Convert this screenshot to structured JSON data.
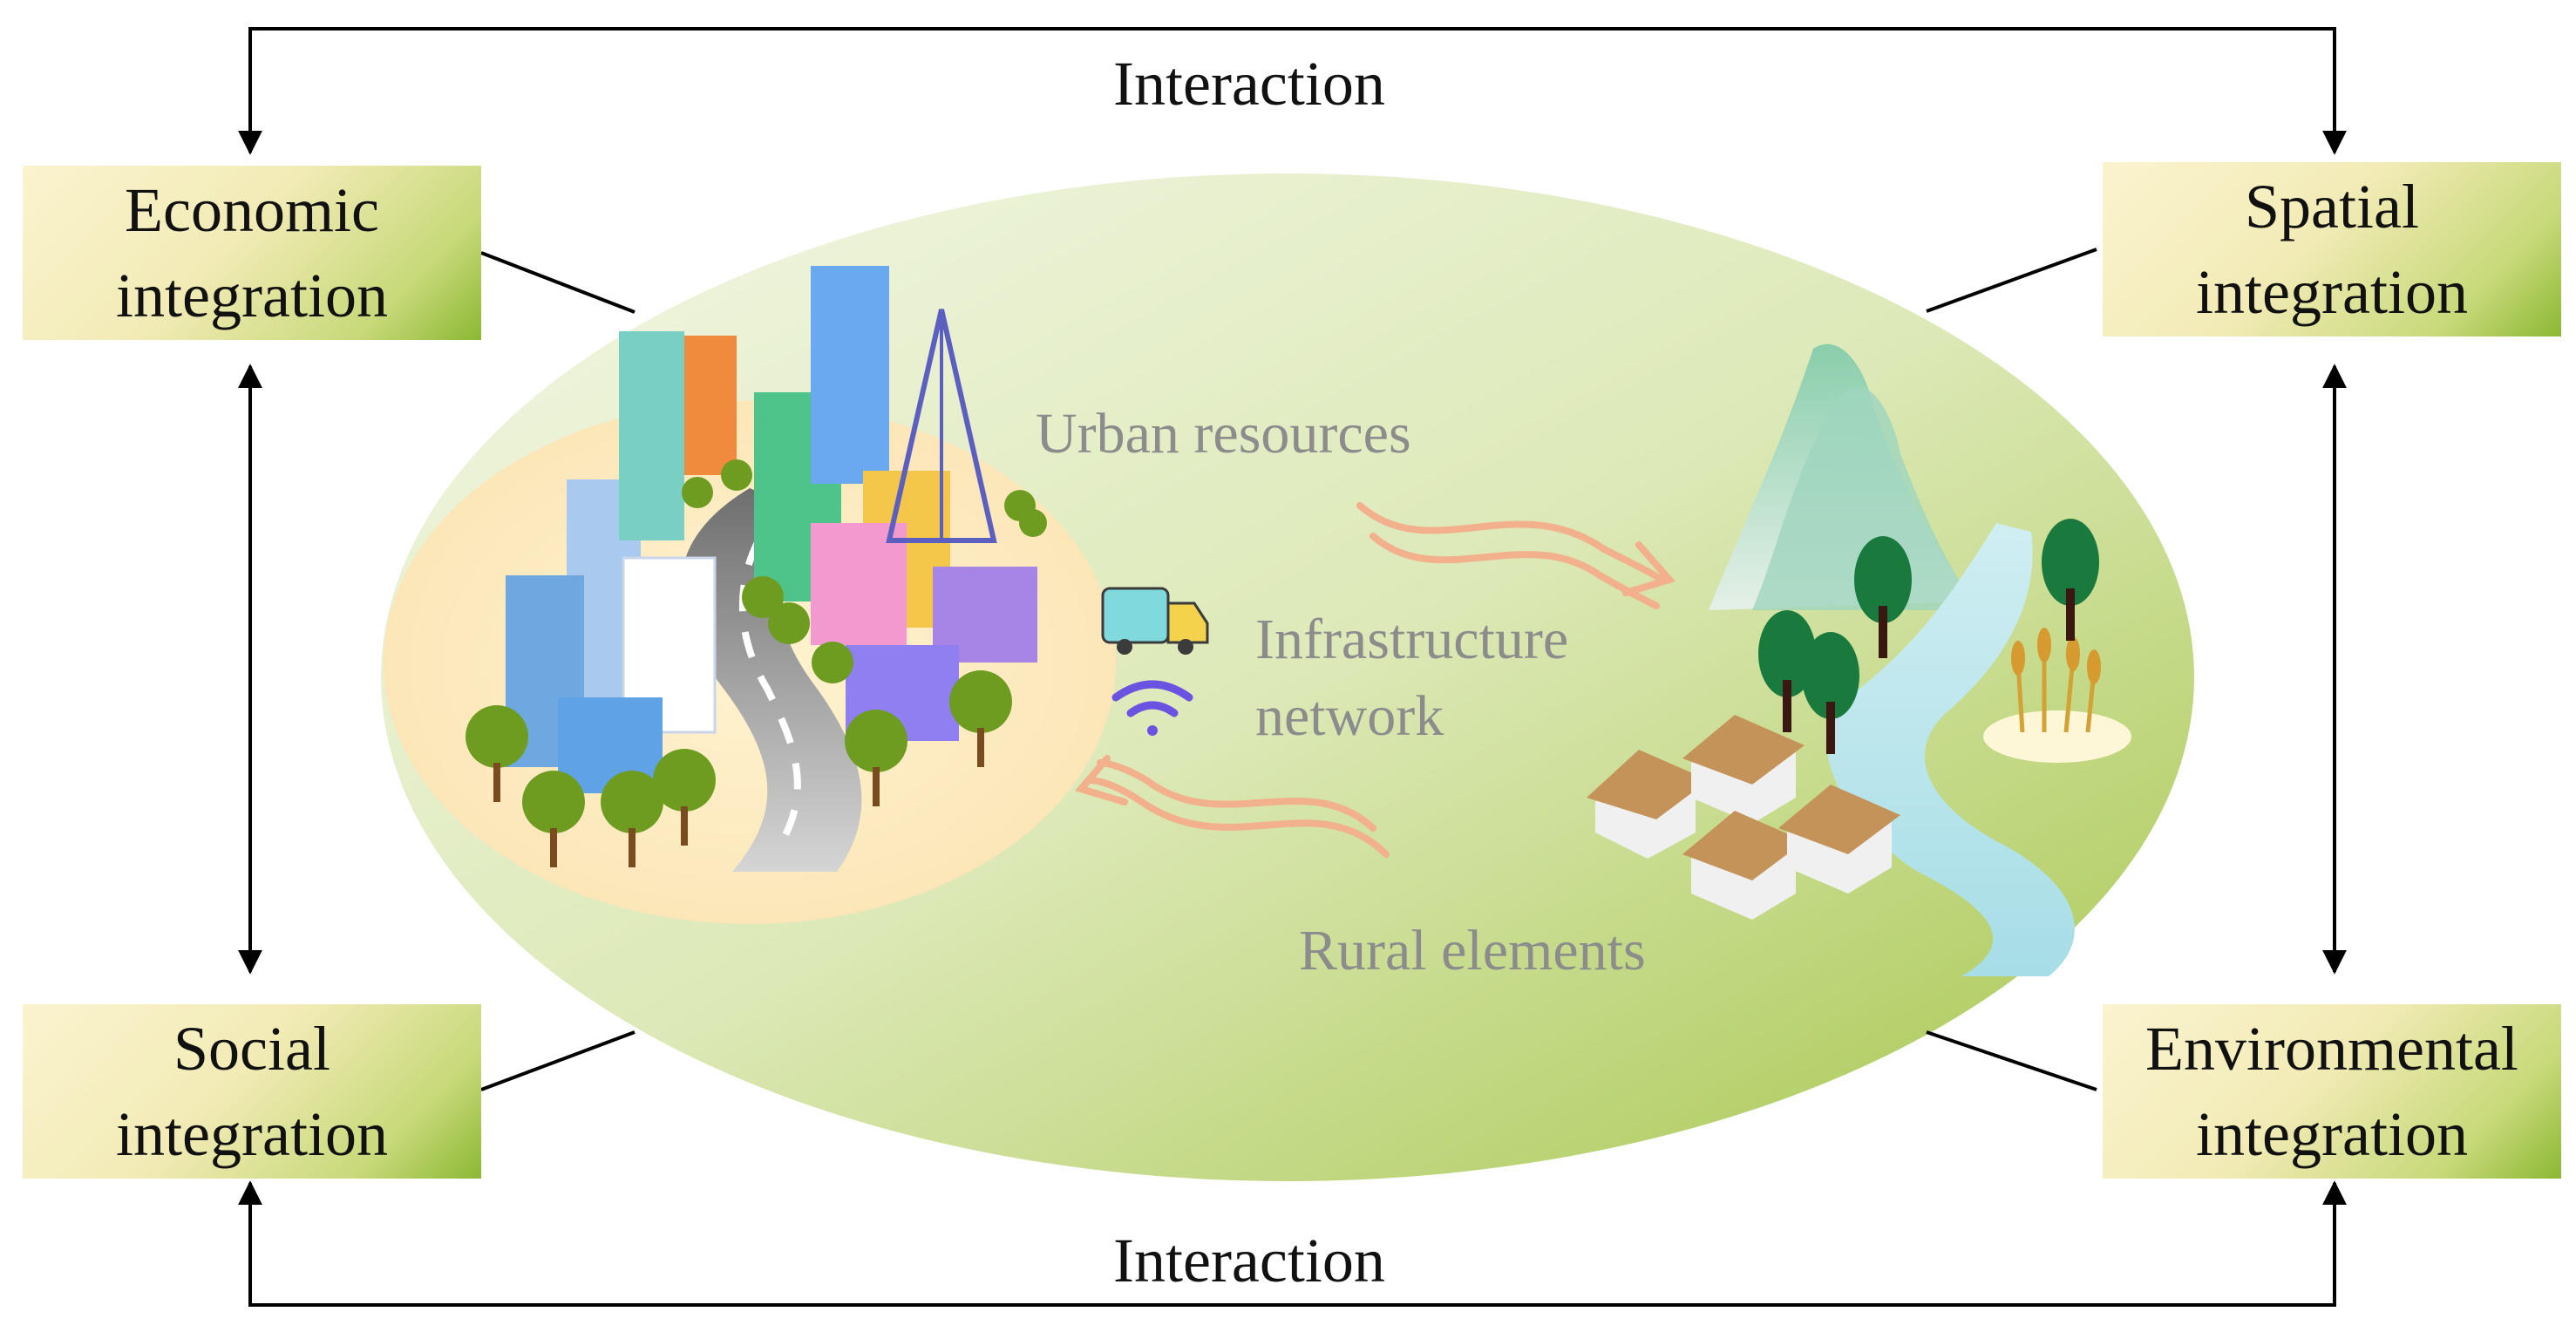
{
  "diagram": {
    "interaction_top": "Interaction",
    "interaction_bottom": "Interaction",
    "boxes": {
      "economic": [
        "Economic",
        "integration"
      ],
      "spatial": [
        "Spatial",
        "integration"
      ],
      "social": [
        "Social",
        "integration"
      ],
      "environmental": [
        "Environmental",
        "integration"
      ]
    },
    "center": {
      "urban_resources": "Urban resources",
      "infrastructure": [
        "Infrastructure",
        "network"
      ],
      "rural_elements": "Rural elements"
    }
  },
  "colors": {
    "ellipse_light": "#eef4dc",
    "ellipse_dark": "#a9c94f",
    "flow_arrow": "#f2b08c",
    "box_gradient_end": "#8cb833"
  }
}
